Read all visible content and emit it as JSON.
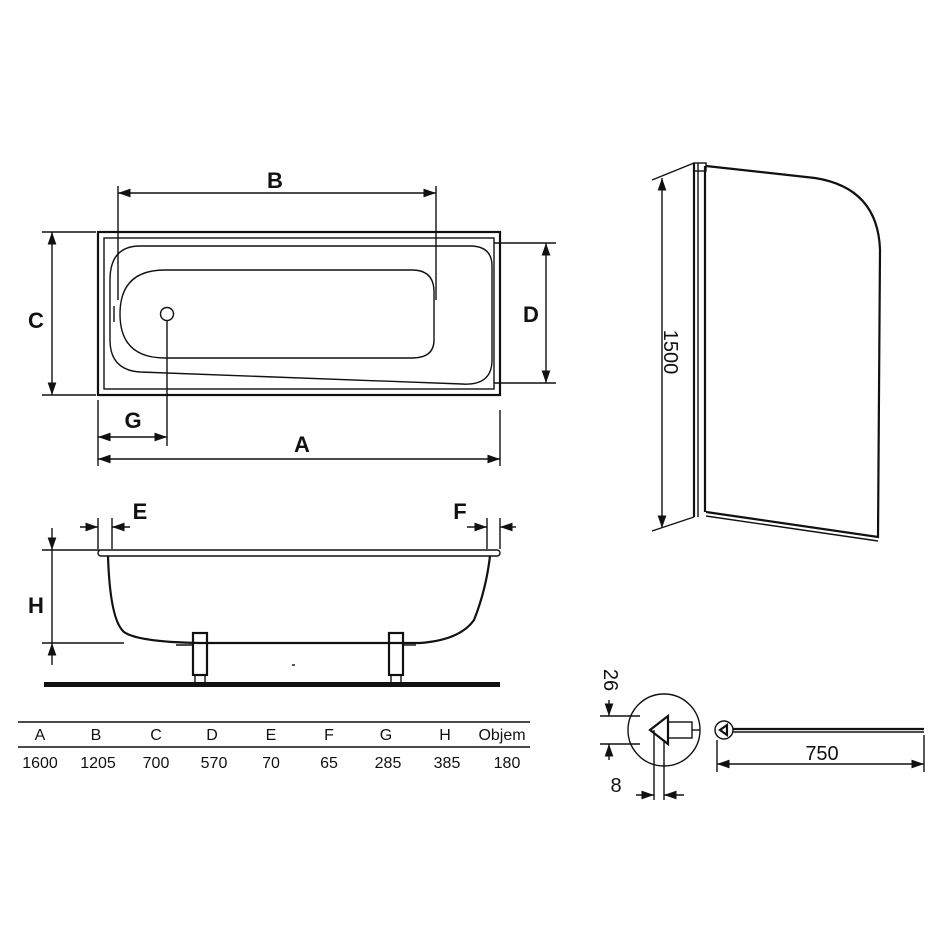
{
  "top_view": {
    "labels": {
      "a": "A",
      "b": "B",
      "c": "C",
      "d": "D",
      "g": "G"
    }
  },
  "side_view": {
    "labels": {
      "e": "E",
      "f": "F",
      "h": "H"
    }
  },
  "table": {
    "headers": [
      "A",
      "B",
      "C",
      "D",
      "E",
      "F",
      "G",
      "H",
      "Objem"
    ],
    "values": [
      "1600",
      "1205",
      "700",
      "570",
      "70",
      "65",
      "285",
      "385",
      "180"
    ]
  },
  "screen": {
    "height_label": "1500"
  },
  "profile": {
    "dim_26": "26",
    "dim_8": "8",
    "width_label": "750"
  }
}
